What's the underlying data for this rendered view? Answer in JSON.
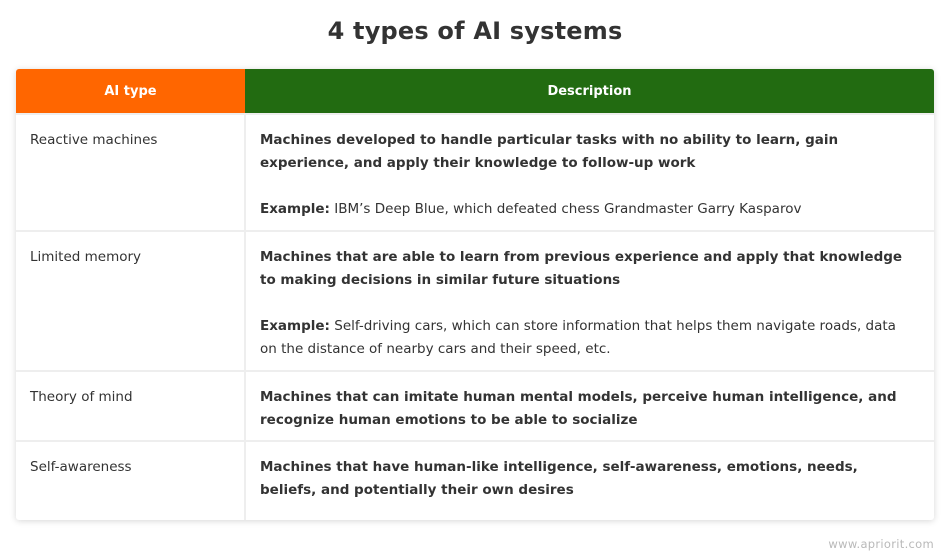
{
  "title": "4 types of AI systems",
  "colors": {
    "type_header": "#ff6600",
    "description_header": "#226b11",
    "text": "#333333",
    "divider": "#eeeeee"
  },
  "table": {
    "headers": {
      "type": "AI type",
      "description": "Description"
    },
    "example_label": "Example:",
    "rows": [
      {
        "type": "Reactive machines",
        "description": "Machines developed to handle particular tasks with no ability to learn, gain experience, and apply their knowledge to follow-up work",
        "example": " IBM’s Deep Blue, which defeated chess Grandmaster Garry Kasparov"
      },
      {
        "type": "Limited memory",
        "description": "Machines that are able to learn from previous experience and apply that knowledge to making decisions in similar future situations",
        "example": " Self-driving cars, which can store information that helps them navigate roads, data on the distance of nearby cars and their speed, etc."
      },
      {
        "type": "Theory of mind",
        "description": "Machines that can imitate human mental models, perceive human intelligence, and recognize human emotions to be able to socialize"
      },
      {
        "type": "Self-awareness",
        "description": "Machines that have human-like intelligence, self-awareness, emotions, needs, beliefs, and potentially their own desires"
      }
    ]
  },
  "watermark": "www.apriorit.com"
}
